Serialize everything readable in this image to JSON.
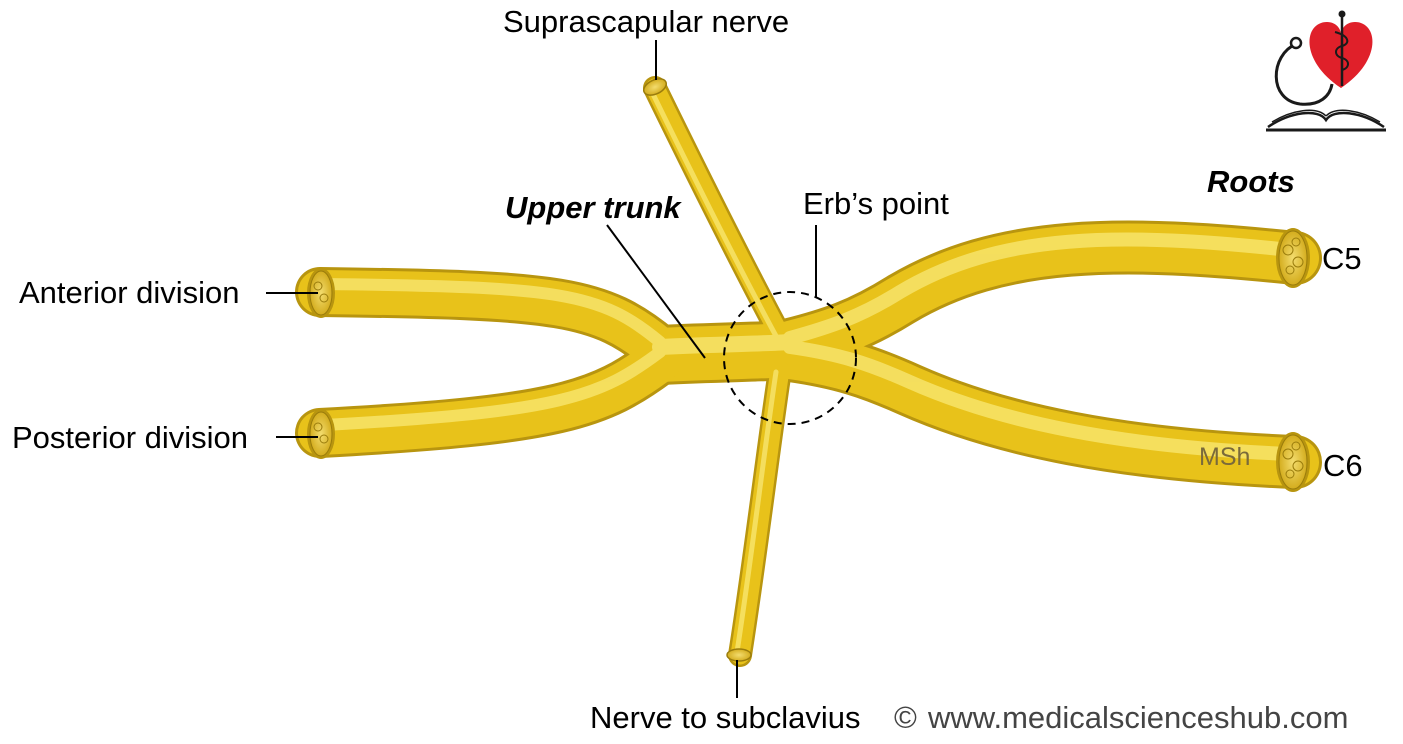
{
  "labels": {
    "suprascapular": "Suprascapular nerve",
    "upper_trunk": "Upper trunk",
    "erbs_point": "Erb’s point",
    "roots": "Roots",
    "c5": "C5",
    "c6": "C6",
    "anterior_division": "Anterior division",
    "posterior_division": "Posterior division",
    "nerve_to_subclavius": "Nerve to subclavius"
  },
  "watermark": "MSh",
  "credit": {
    "copyright": "©",
    "site": "www.medicalscienceshub.com"
  },
  "colors": {
    "nerve": "#e8c21a",
    "nerve_light": "#f7e46a",
    "nerve_dark": "#b8950f",
    "logo_heart": "#e0202a"
  },
  "logo_icon": "stethoscope-heart-book-logo"
}
